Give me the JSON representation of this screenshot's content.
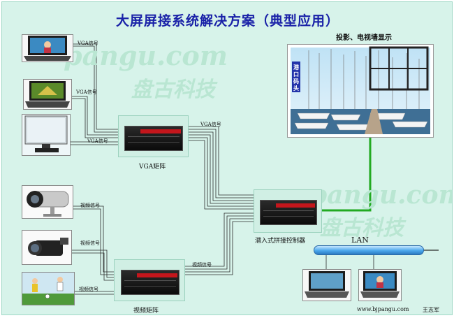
{
  "title": "大屏屏接系统解决方案（典型应用）",
  "display_wall_caption": "投影、电视墙显示",
  "display_wall_banner": "港口码头",
  "vga_matrix_label": "VGA矩阵",
  "video_matrix_label": "视频矩阵",
  "controller_label": "潜入式拼接控制器",
  "lan_label": "LAN",
  "footer": {
    "url": "www.bjpangu.com",
    "author": "王志军"
  },
  "watermark": {
    "latin": "pangu.com",
    "chinese": "盘古科技"
  },
  "signals": {
    "vga_in_1": "VGA信号",
    "vga_in_2": "VGA信号",
    "vga_in_3": "VGA信号",
    "vga_out": "VGA信号",
    "video_in_1": "视频信号",
    "video_in_2": "视频信号",
    "video_in_3": "视频信号",
    "video_out": "视频信号"
  },
  "colors": {
    "title": "#1a22a8",
    "background": "#d7f3ea",
    "display_link": "#22aa22",
    "lan_pipe": "#5ab4f2",
    "rack_accent": "#c4161c"
  },
  "icons": [
    "laptop-icon",
    "monitor-icon",
    "cctv-camera-icon",
    "camcorder-icon",
    "soccer-photo",
    "rack-device-icon",
    "lan-pipe-icon"
  ]
}
